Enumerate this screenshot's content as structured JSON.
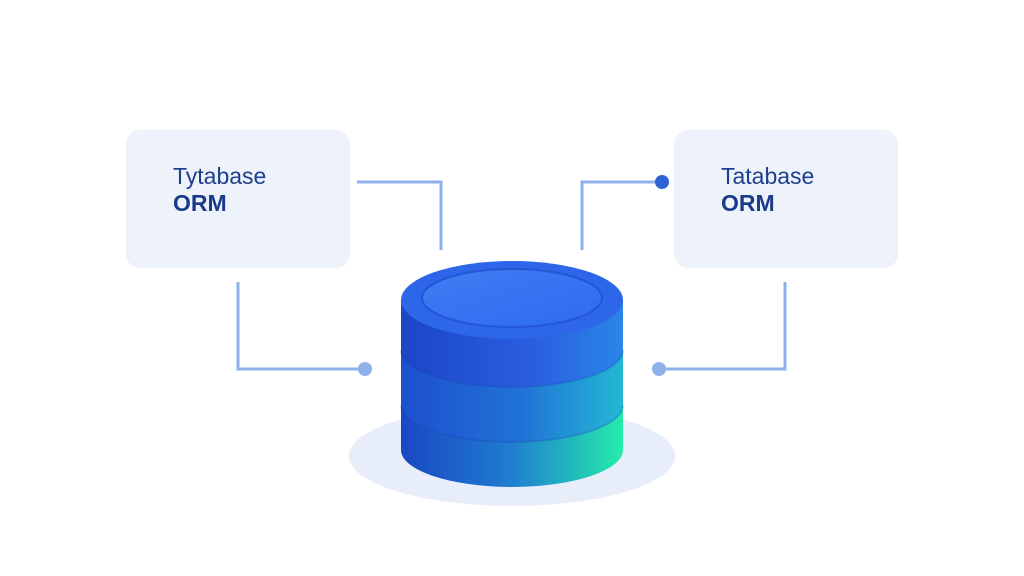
{
  "left_card": {
    "line1": "Tytabase",
    "line2": "ORM"
  },
  "right_card": {
    "line1": "Tatabase",
    "line2": "ORM"
  },
  "colors": {
    "card_bg": "#eef3fb",
    "connector": "#8fb1ea",
    "connector_dot_dark": "#2f63d8",
    "db_top": "#3d7af2",
    "db_body_left": "#1f4fd0",
    "db_body_right": "#22e0a8",
    "shadow": "#e6effb"
  },
  "icons": {
    "database": "database-cylinder-icon"
  }
}
